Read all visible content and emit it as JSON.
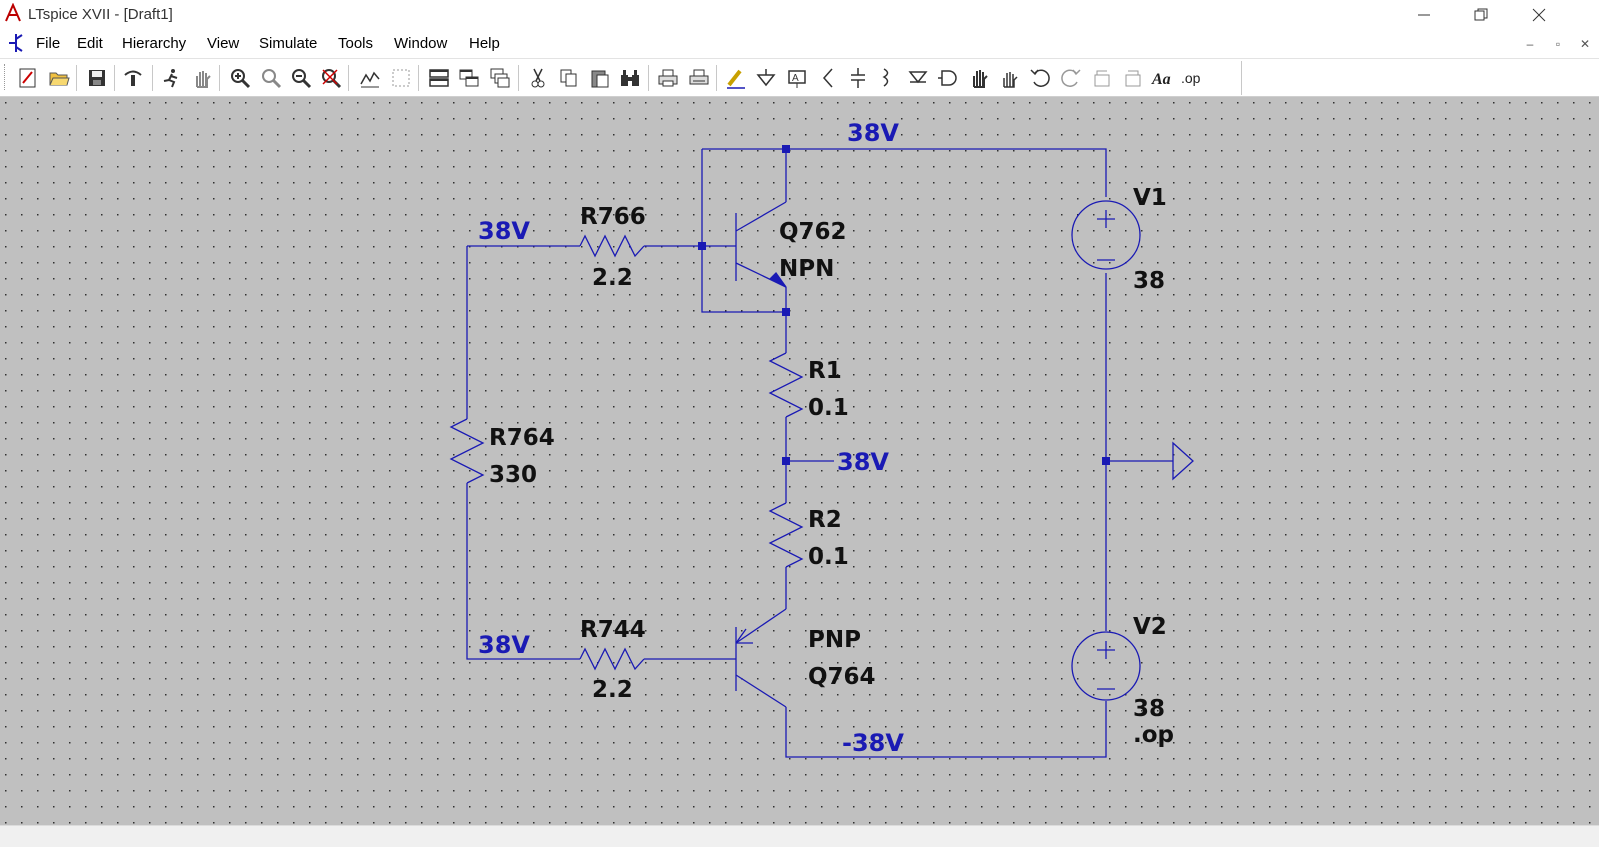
{
  "window": {
    "title": "LTspice XVII - [Draft1]"
  },
  "menu": [
    "File",
    "Edit",
    "Hierarchy",
    "View",
    "Simulate",
    "Tools",
    "Window",
    "Help"
  ],
  "toolbar": {
    "icons": [
      "new-schematic-icon",
      "open-icon",
      "save-icon",
      "control-panel-icon",
      "run-icon",
      "halt-icon",
      "zoom-in-icon",
      "zoom-area-icon",
      "zoom-out-icon",
      "zoom-fit-icon",
      "autorange-icon",
      "expand-icon",
      "tile-horizontal-icon",
      "tile-vertical-icon",
      "cascade-icon",
      "cut-icon",
      "copy-icon",
      "paste-icon",
      "find-icon",
      "print-icon",
      "print-setup-icon",
      "wire-icon",
      "ground-icon",
      "label-net-icon",
      "resistor-icon",
      "capacitor-icon",
      "inductor-icon",
      "diode-icon",
      "component-icon",
      "move-icon",
      "drag-icon",
      "undo-icon",
      "redo-icon",
      "rotate-icon",
      "mirror-icon",
      "text-icon",
      "spice-directive-icon"
    ],
    "spice_directive_label": ".op",
    "text_label": "Aa"
  },
  "schematic": {
    "net_labels": {
      "top": "38V",
      "upper_left": "38V",
      "mid": "38V",
      "lower_left": "38V",
      "bottom": "-38V"
    },
    "components": {
      "R766": {
        "name": "R766",
        "value": "2.2"
      },
      "R744": {
        "name": "R744",
        "value": "2.2"
      },
      "R764": {
        "name": "R764",
        "value": "330"
      },
      "R1": {
        "name": "R1",
        "value": "0.1"
      },
      "R2": {
        "name": "R2",
        "value": "0.1"
      },
      "Q762": {
        "name": "Q762",
        "model": "NPN"
      },
      "Q764": {
        "name": "Q764",
        "model": "PNP"
      },
      "V1": {
        "name": "V1",
        "value": "38"
      },
      "V2": {
        "name": "V2",
        "value": "38"
      }
    },
    "directive": ".op"
  },
  "colors": {
    "wire": "#1a1ab4",
    "canvas": "#c0c0c0",
    "grid_dot": "#303030",
    "label_text": "#111111"
  }
}
